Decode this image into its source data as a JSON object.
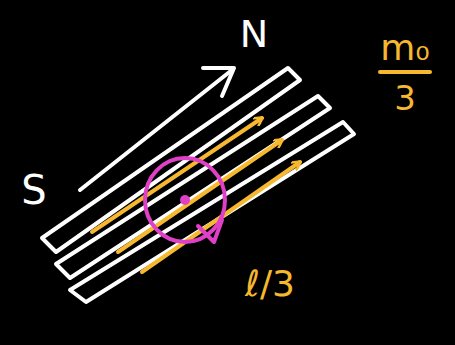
{
  "diagram": {
    "labels": [
      "S",
      "N",
      "m₀",
      "3",
      "ℓ/3"
    ]
  }
}
